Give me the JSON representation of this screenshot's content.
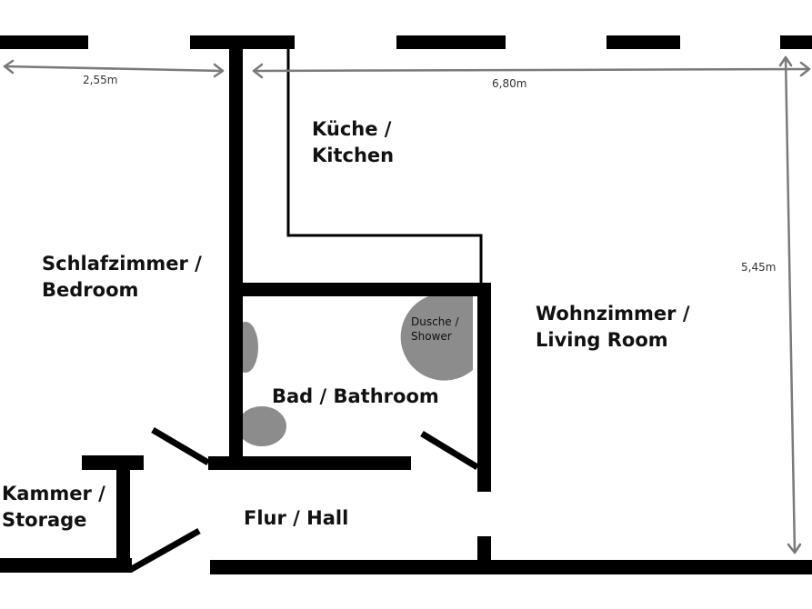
{
  "colors": {
    "wall": "#000000",
    "fixture": "#8c8c8c",
    "dimension": "#7a7a7a",
    "background": "#ffffff"
  },
  "rooms": {
    "kitchen": {
      "line1": "Küche /",
      "line2": "Kitchen"
    },
    "bedroom": {
      "line1": "Schlafzimmer /",
      "line2": "Bedroom"
    },
    "living": {
      "line1": "Wohnzimmer /",
      "line2": "Living Room"
    },
    "bathroom": {
      "line1": "Bad / Bathroom"
    },
    "storage": {
      "line1": "Kammer /",
      "line2": "Storage"
    },
    "hall": {
      "line1": "Flur / Hall"
    }
  },
  "fixtures": {
    "shower": {
      "line1": "Dusche /",
      "line2": "Shower"
    }
  },
  "dimensions": {
    "bedroom_width": "2,55m",
    "living_width": "6,80m",
    "living_depth": "5,45m"
  }
}
